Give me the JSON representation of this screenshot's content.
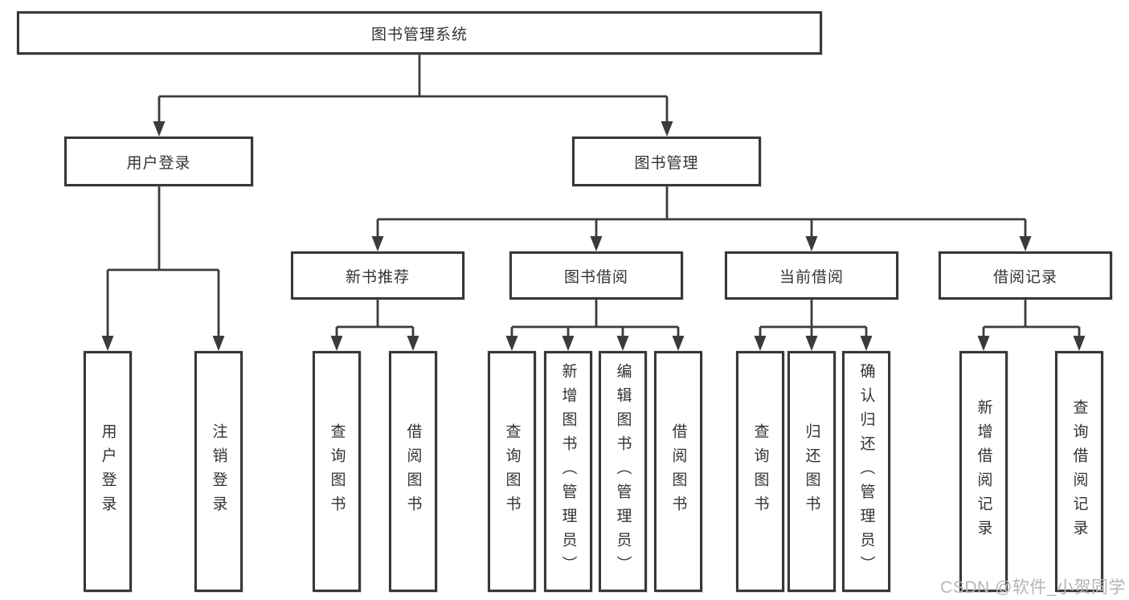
{
  "colors": {
    "line": "#3b3b3b",
    "box_border": "#383838",
    "text": "#333333",
    "watermark": "#b5b5b5",
    "background": "#ffffff"
  },
  "watermark": {
    "text": "CSDN @软件_小贺同学"
  },
  "tree": {
    "root": {
      "label": "图书管理系统"
    },
    "branches": [
      {
        "label": "用户登录",
        "children": [
          {
            "label": "用户登录"
          },
          {
            "label": "注销登录"
          }
        ]
      },
      {
        "label": "图书管理",
        "children": [
          {
            "label": "新书推荐",
            "children": [
              {
                "label": "查询图书"
              },
              {
                "label": "借阅图书"
              }
            ]
          },
          {
            "label": "图书借阅",
            "children": [
              {
                "label": "查询图书"
              },
              {
                "label": "新增图书（管理员）"
              },
              {
                "label": "编辑图书（管理员）"
              },
              {
                "label": "借阅图书"
              }
            ]
          },
          {
            "label": "当前借阅",
            "children": [
              {
                "label": "查询图书"
              },
              {
                "label": "归还图书"
              },
              {
                "label": "确认归还（管理员）"
              }
            ]
          },
          {
            "label": "借阅记录",
            "children": [
              {
                "label": "新增借阅记录"
              },
              {
                "label": "查询借阅记录"
              }
            ]
          }
        ]
      }
    ]
  }
}
